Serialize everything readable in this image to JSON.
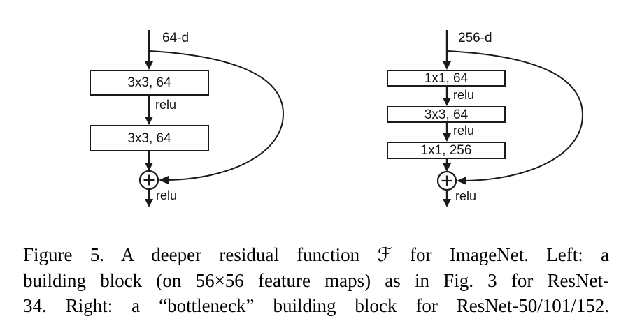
{
  "figure": {
    "colors": {
      "ink": "#1a1a1a",
      "background": "#ffffff"
    },
    "left_block": {
      "input_label": "64-d",
      "layers": [
        "3x3, 64",
        "3x3, 64"
      ],
      "relu_labels": [
        "relu",
        "relu"
      ],
      "sum_icon": "plus-circle"
    },
    "right_block": {
      "input_label": "256-d",
      "layers": [
        "1x1, 64",
        "3x3, 64",
        "1x1, 256"
      ],
      "relu_labels": [
        "relu",
        "relu",
        "relu"
      ],
      "sum_icon": "plus-circle"
    },
    "caption": {
      "lines": [
        "Figure 5. A deeper residual function ℱ for ImageNet.  Left:  a",
        "building block (on 56×56 feature maps) as in Fig. 3 for ResNet-",
        "34. Right: a “bottleneck” building block for ResNet-50/101/152."
      ]
    }
  }
}
